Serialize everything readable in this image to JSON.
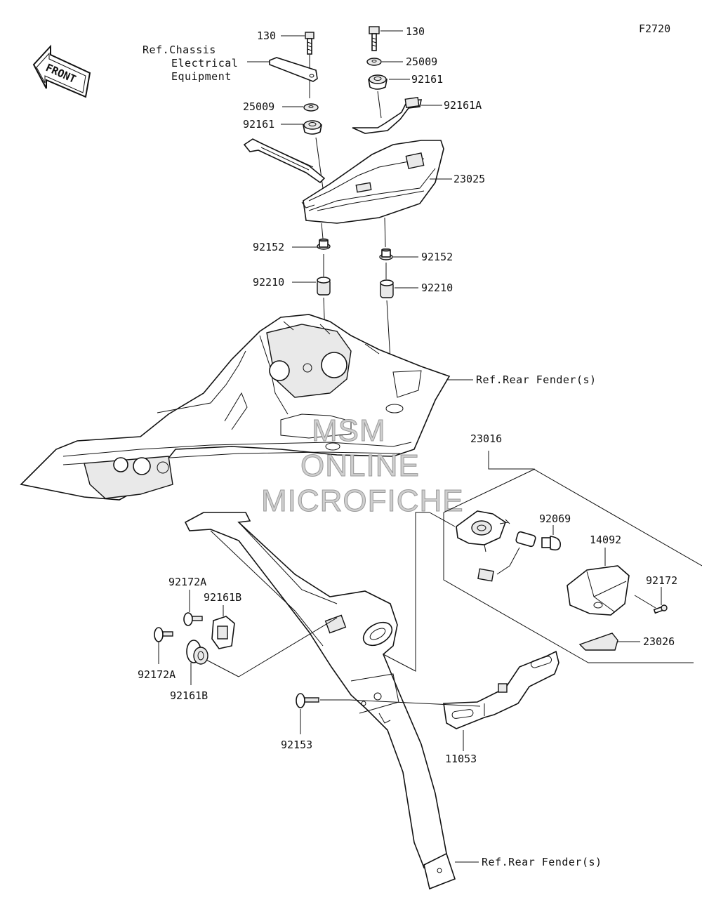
{
  "figure_code": "F2720",
  "front_arrow_text": "FRONT",
  "watermark": [
    "MSM",
    "ONLINE",
    "MICROFICHE"
  ],
  "refs": {
    "chassis": [
      "Ref.Chassis",
      "Electrical",
      "Equipment"
    ],
    "rear_fender_top": "Ref.Rear Fender(s)",
    "rear_fender_bottom": "Ref.Rear Fender(s)"
  },
  "labels": {
    "p130_left": "130",
    "p130_right": "130",
    "p25009_left": "25009",
    "p25009_right": "25009",
    "p92161_left": "92161",
    "p92161_right": "92161",
    "p92161A": "92161A",
    "p23025": "23025",
    "p92152_left": "92152",
    "p92152_right": "92152",
    "p92210_left": "92210",
    "p92210_right": "92210",
    "p23016": "23016",
    "p92069": "92069",
    "p14092": "14092",
    "p92172": "92172",
    "p23026": "23026",
    "p92172A_top": "92172A",
    "p92161B_top": "92161B",
    "p92172A_bottom": "92172A",
    "p92161B_bottom": "92161B",
    "p92153": "92153",
    "p11053": "11053"
  }
}
